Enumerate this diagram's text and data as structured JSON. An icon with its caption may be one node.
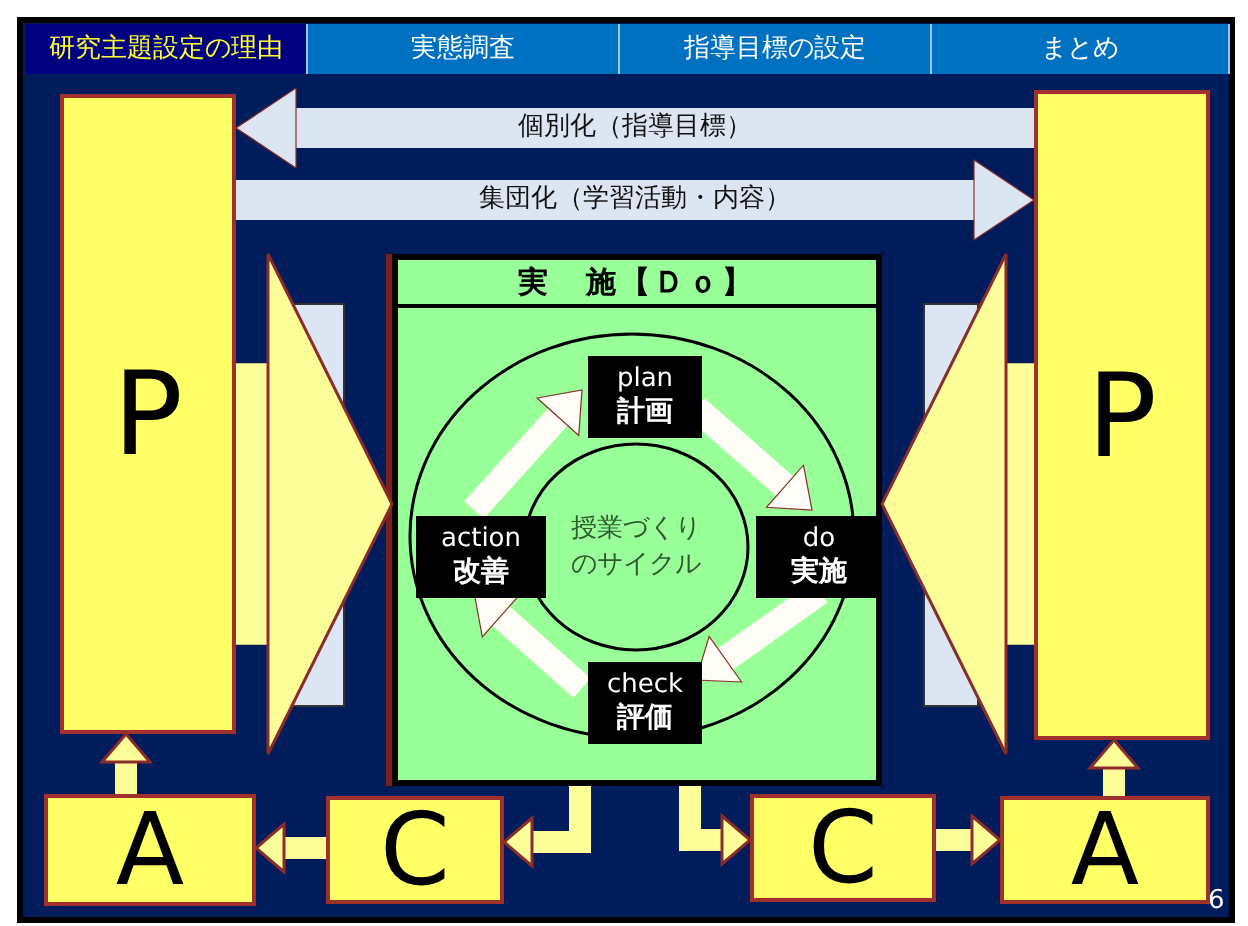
{
  "diagram": {
    "nodes": [
      {
        "text": [
          "P"
        ]
      },
      {
        "text": [
          "P"
        ]
      },
      {
        "text": [
          "実　施【Ｄｏ】"
        ]
      },
      {
        "text": [
          "plan",
          "計画"
        ],
        "in": 2
      },
      {
        "text": [
          "action",
          "改善"
        ],
        "in": 2
      },
      {
        "text": [
          "do",
          "実施"
        ],
        "in": 2
      },
      {
        "text": [
          "check",
          "評価"
        ],
        "in": 2
      },
      {
        "text": [
          "授業づくりのサイクル"
        ],
        "in": 2
      },
      {
        "text": [
          "A"
        ]
      },
      {
        "text": [
          "C"
        ]
      },
      {
        "text": [
          "C"
        ]
      },
      {
        "text": [
          "A"
        ]
      }
    ],
    "edges": [
      {
        "from": 1,
        "to": 0,
        "arrow": "to",
        "label": "個別化（指導目標）",
        "color": "#dce6f2"
      },
      {
        "from": 0,
        "to": 1,
        "arrow": "to",
        "label": "集団化（学習活動・内容）",
        "color": "#dce6f2"
      },
      {
        "from": 0,
        "to": 2,
        "arrow": "to",
        "style": "thick"
      },
      {
        "from": 1,
        "to": 2,
        "arrow": "to",
        "style": "thick"
      },
      {
        "from": 3,
        "to": 5,
        "arrow": "to",
        "color": "#fffdf5"
      },
      {
        "from": 5,
        "to": 6,
        "arrow": "to",
        "color": "#fffdf5"
      },
      {
        "from": 6,
        "to": 4,
        "arrow": "to",
        "color": "#fffdf5"
      },
      {
        "from": 4,
        "to": 3,
        "arrow": "to",
        "color": "#fffdf5"
      },
      {
        "from": 2,
        "to": 9,
        "arrow": "to"
      },
      {
        "from": 2,
        "to": 10,
        "arrow": "to"
      },
      {
        "from": 9,
        "to": 8,
        "arrow": "to"
      },
      {
        "from": 10,
        "to": 11,
        "arrow": "to"
      },
      {
        "from": 8,
        "to": 0,
        "arrow": "to"
      },
      {
        "from": 11,
        "to": 1,
        "arrow": "to"
      }
    ],
    "labels": [
      "研究主題設定の理由",
      "実態調査",
      "指導目標の設定",
      "まとめ",
      "6"
    ]
  }
}
